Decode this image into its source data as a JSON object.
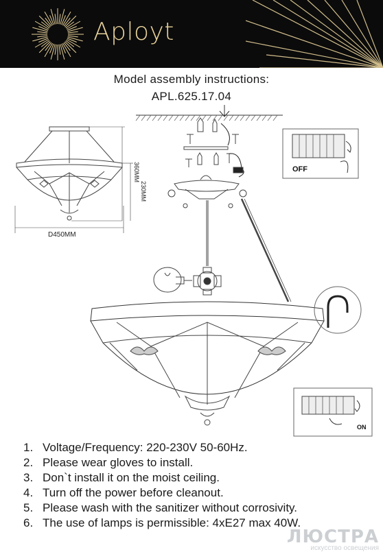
{
  "header": {
    "brand_name": "Aployt",
    "logo_icon": "sunburst-logo-icon",
    "background": "#0b0b0b",
    "accent": "#e8d29a"
  },
  "title": {
    "line1": "Model assembly instructions:",
    "line2": "APL.625.17.04"
  },
  "dimensions": {
    "height_total": "360MM",
    "height_shade": "230MM",
    "diameter": "D450MM"
  },
  "switch_labels": {
    "off": "OFF",
    "on": "ON"
  },
  "instructions": [
    {
      "num": "1.",
      "text": "Voltage/Frequency: 220-230V 50-60Hz."
    },
    {
      "num": "2.",
      "text": "Please wear gloves to install."
    },
    {
      "num": "3.",
      "text": "Don`t install it on the moist ceiling."
    },
    {
      "num": "4.",
      "text": "Turn off the power before cleanout."
    },
    {
      "num": "5.",
      "text": "Please wash with the sanitizer without corrosivity."
    },
    {
      "num": "6.",
      "text": "The use of lamps is permissible: 4xE27 max 40W."
    }
  ],
  "watermark": {
    "big": "ЛЮСТРА",
    "small": "искусство освещения"
  }
}
